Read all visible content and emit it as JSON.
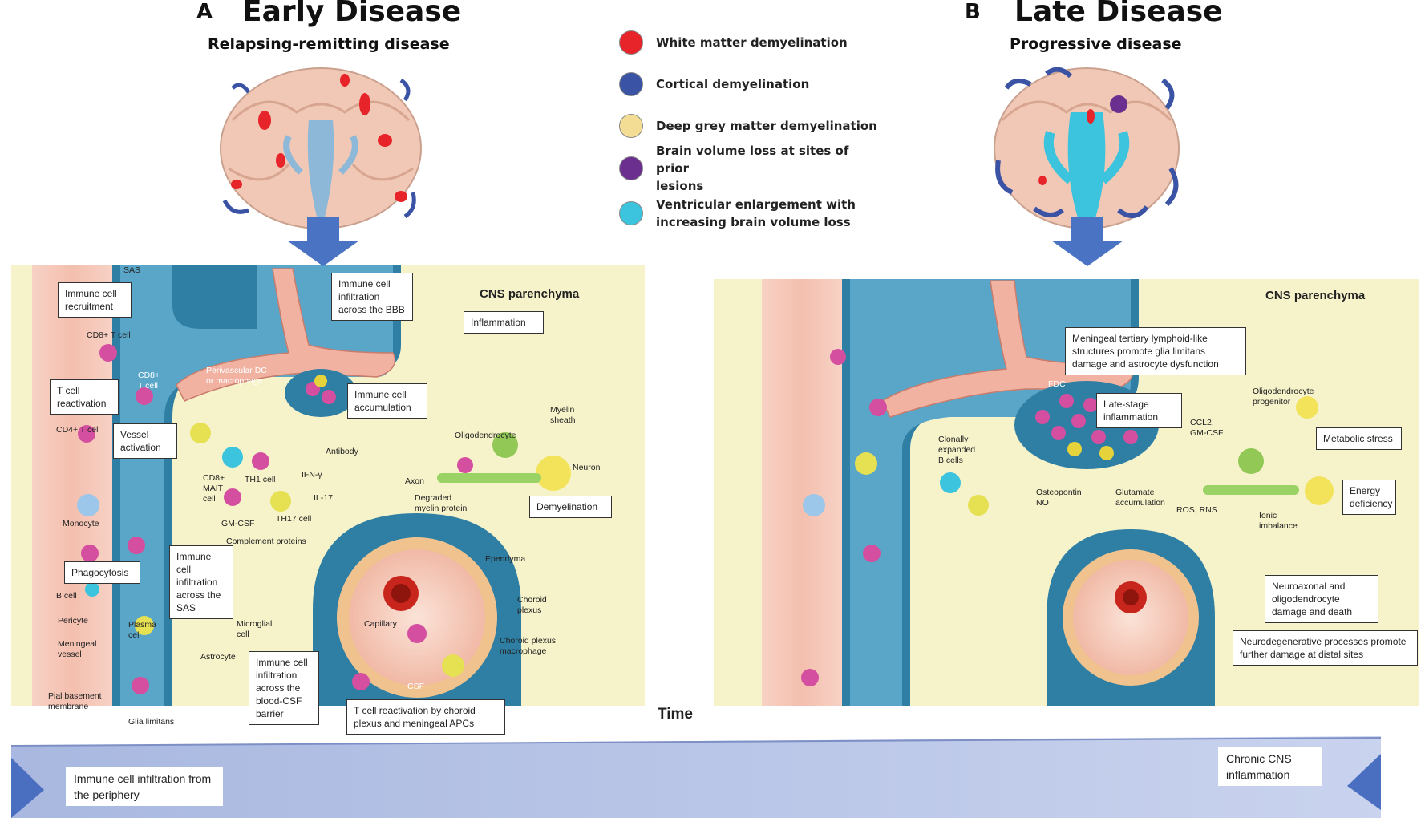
{
  "panel_a": {
    "letter": "A",
    "title": "Early Disease",
    "subtitle": "Relapsing-remitting disease",
    "cns_label": "CNS parenchyma",
    "boxes": {
      "immune_recruitment": "Immune cell recruitment",
      "infiltration_bbb": "Immune cell infiltration across the BBB",
      "inflammation": "Inflammation",
      "t_reactivation": "T cell reactivation",
      "accumulation": "Immune cell accumulation",
      "vessel_activation": "Vessel activation",
      "demyelination": "Demyelination",
      "phagocytosis": "Phagocytosis",
      "infiltration_sas": "Immune cell infiltration across the SAS",
      "infiltration_csf": "Immune cell infiltration across the blood-CSF barrier",
      "choroid_apc": "T cell reactivation by choroid plexus and meningeal APCs"
    },
    "labels": {
      "sas": "SAS",
      "cd8_t_cell": "CD8+ T cell",
      "cd8_t_cell_2a": "CD8+",
      "cd8_t_cell_2b": "T cell",
      "perivascular_a": "Perivascular DC",
      "perivascular_b": "or macrophage",
      "cd4_t_cell": "CD4+ T cell",
      "cd8_mait_a": "CD8+",
      "cd8_mait_b": "MAIT",
      "cd8_mait_c": "cell",
      "th1": "TH1 cell",
      "ifn": "IFN-γ",
      "il17": "IL-17",
      "th17": "TH17 cell",
      "gm_csf": "GM-CSF",
      "antibody": "Antibody",
      "oligodendrocyte": "Oligodendrocyte",
      "myelin_a": "Myelin",
      "myelin_b": "sheath",
      "axon": "Axon",
      "neuron": "Neuron",
      "degraded_a": "Degraded",
      "degraded_b": "myelin protein",
      "monocyte": "Monocyte",
      "complement": "Complement proteins",
      "ependyma": "Ependyma",
      "b_cell": "B cell",
      "choroid_a": "Choroid",
      "choroid_b": "plexus",
      "pericyte": "Pericyte",
      "plasma_a": "Plasma",
      "plasma_b": "cell",
      "microglial_a": "Microglial",
      "microglial_b": "cell",
      "capillary": "Capillary",
      "meningeal_a": "Meningeal",
      "meningeal_b": "vessel",
      "astrocyte": "Astrocyte",
      "choroid_mac_a": "Choroid plexus",
      "choroid_mac_b": "macrophage",
      "csf": "CSF",
      "pial_a": "Pial basement",
      "pial_b": "membrane",
      "glia": "Glia limitans"
    }
  },
  "panel_b": {
    "letter": "B",
    "title": "Late Disease",
    "subtitle": "Progressive disease",
    "cns_label": "CNS parenchyma",
    "boxes": {
      "meningeal_tls": "Meningeal tertiary lymphoid-like structures promote glia limitans damage and astrocyte dysfunction",
      "late_inflammation": "Late-stage inflammation",
      "metabolic": "Metabolic stress",
      "energy": "Energy deficiency",
      "neuroaxonal": "Neuroaxonal and oligodendrocyte damage and death",
      "neurodegenerative": "Neurodegenerative processes promote further damage at distal sites"
    },
    "labels": {
      "fdc": "FDC",
      "opc_a": "Oligodendrocyte",
      "opc_b": "progenitor",
      "clonal_a": "Clonally",
      "clonal_b": "expanded",
      "clonal_c": "B cells",
      "ccl2_a": "CCL2,",
      "ccl2_b": "GM-CSF",
      "osteo_a": "Osteopontin",
      "osteo_b": "NO",
      "glut_a": "Glutamate",
      "glut_b": "accumulation",
      "ros": "ROS, RNS",
      "ionic_a": "Ionic",
      "ionic_b": "imbalance"
    }
  },
  "legend": [
    {
      "color": "#e8242b",
      "label_1": "White matter demyelination",
      "label_2": ""
    },
    {
      "color": "#3a53a4",
      "label_1": "Cortical demyelination",
      "label_2": ""
    },
    {
      "color": "#f3dc94",
      "label_1": "Deep grey matter demyelination",
      "label_2": ""
    },
    {
      "color": "#6b2f8f",
      "label_1": "Brain volume loss at sites of prior",
      "label_2": "lesions"
    },
    {
      "color": "#3cc3de",
      "label_1": "Ventricular enlargement with",
      "label_2": "increasing brain volume loss"
    }
  ],
  "timeline": {
    "time_label": "Time",
    "left_box": "Immune cell infiltration from the periphery",
    "right_box": "Chronic CNS inflammation"
  },
  "colors": {
    "parenchyma": "#f6f1c6",
    "vessel": "#f4c6b7",
    "meninges": "#2f7fa4",
    "arrow_blue": "#4a74c3",
    "timeline": "#b6c3e3"
  }
}
